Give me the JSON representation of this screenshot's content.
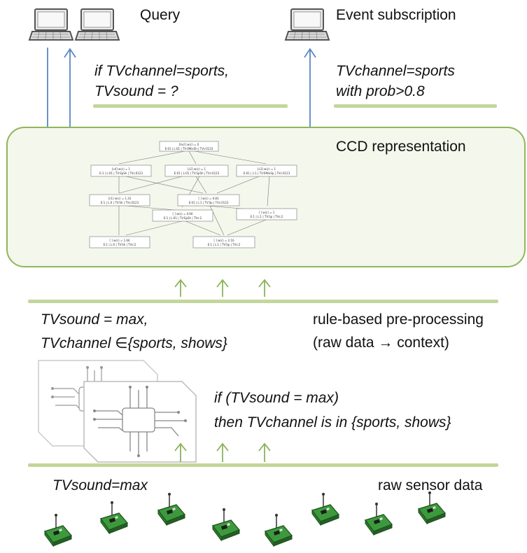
{
  "top": {
    "query_label": "Query",
    "event_label": "Event subscription",
    "query_text_line1": "if TVchannel=sports,",
    "query_text_line2": "TVsound = ?",
    "event_text_line1": "TVchannel=sports",
    "event_text_line2": "with prob>0.8"
  },
  "ccd": {
    "title": "CCD representation",
    "nodes": [
      {
        "line1": "[Incl] w(c) = 0",
        "line2": "E:01 | L:01 | TV:0MixSh | TVs:0123"
      },
      {
        "line1": "[c4] w(c) = 1",
        "line2": "E:1 | L:01 | TV:SpSh | TVs:0123"
      },
      {
        "line1": "[c2] w(c) = 1",
        "line2": "E:01 | L:01 | TV:SpSh | TVs:0123"
      },
      {
        "line1": "[c3] w(c) = 1",
        "line2": "E:01 | L:1 | TV:0MixSp | TVs:0123"
      },
      {
        "line1": "[c1] w(c) = 1.33",
        "line2": "E:1 | L:0 | TV:Sh | TVs:0123"
      },
      {
        "line1": "[ ] w(c) = 0.83",
        "line2": "E:01 | L:1 | TV:Sp | TVs:0123"
      },
      {
        "line1": "[ ] w(c) = 1",
        "line2": "E:1 | L:1 | TV:Sp | TVs:2"
      },
      {
        "line1": "[ ] w(c) = 0.66",
        "line2": "E:1 | L:01 | TV:SpSh | TVs:2"
      },
      {
        "line1": "[ ] w(c) = 1.66",
        "line2": "E:1 | L:0 | TV:Sh | TVs:2"
      },
      {
        "line1": "[ ] w(c) = 2.16",
        "line2": "E:1 | L:1 | TV:Sp | TVs:2"
      }
    ]
  },
  "middle": {
    "left_line1": "TVsound = max,",
    "left_line2": "TVchannel ∈{sports, shows}",
    "right_line1": "rule-based pre-processing",
    "right_line2": "(raw data → context)",
    "rule_line1": "if (TVsound = max)",
    "rule_line2": "then TVchannel is in {sports, shows}"
  },
  "bottom": {
    "left_label": "TVsound=max",
    "right_label": "raw sensor data"
  },
  "colors": {
    "blue_arrow": "#5b86c4",
    "green_arrow": "#8bb35a",
    "green_line": "#c3d69b",
    "sensor_green": "#3c9a3c"
  }
}
